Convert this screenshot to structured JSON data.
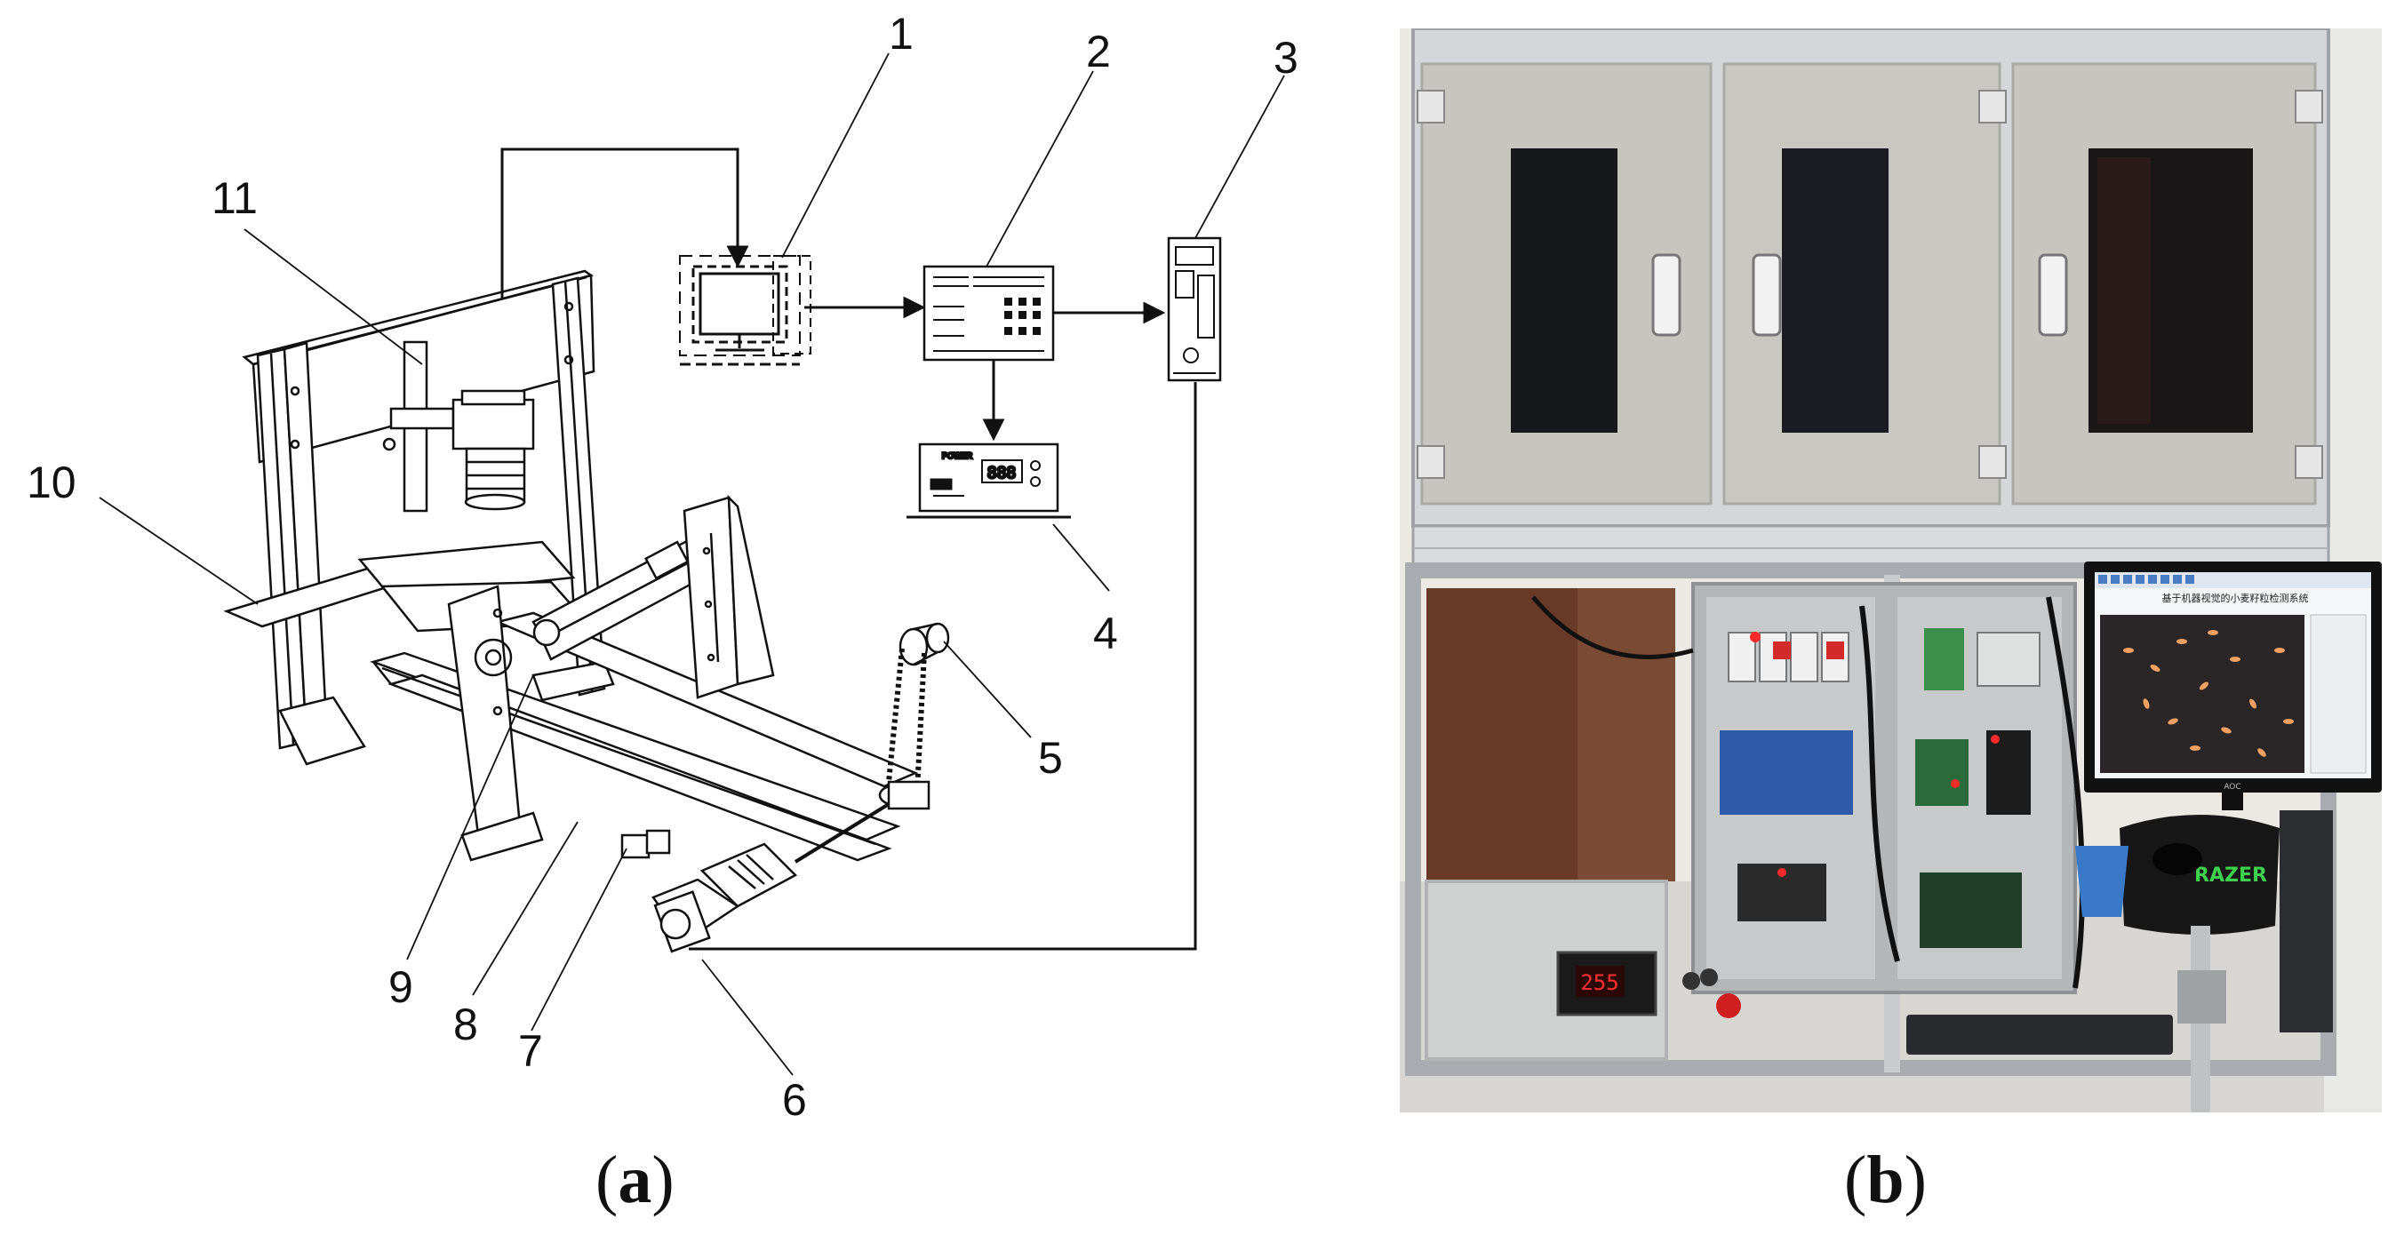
{
  "panel_a": {
    "caption_open": "(",
    "caption_letter": "a",
    "caption_close": ")",
    "callouts": [
      "1",
      "2",
      "3",
      "4",
      "5",
      "6",
      "7",
      "8",
      "9",
      "10",
      "11"
    ],
    "power_box_label": "POWER",
    "display_value": "888"
  },
  "panel_b": {
    "caption_open": "(",
    "caption_letter": "b",
    "caption_close": ")",
    "monitor_title": "基于机器视觉的小麦籽粒检测系统",
    "monitor_brand": "AOC",
    "mousepad_text": "RAZER",
    "counter_display": "255"
  },
  "colors": {
    "line": "#111111",
    "cabinet_panel": "#c8c6c1",
    "frame_aluminum": "#d9dadb",
    "led_red": "#e01818",
    "monitor_bg": "#f5f6f8"
  }
}
